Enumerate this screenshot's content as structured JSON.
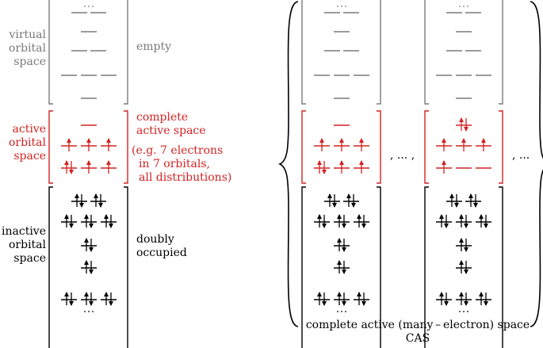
{
  "colors": {
    "virtual": "#7a7a7a",
    "active": "#d32222",
    "inactive": "#000000"
  },
  "left_labels": {
    "virtual": [
      "virtual",
      "orbital",
      "space"
    ],
    "active": [
      "active",
      "orbital",
      "space"
    ],
    "inactive": [
      "inactive",
      "orbital",
      "space"
    ]
  },
  "right_labels": {
    "virtual": "empty",
    "active": [
      "complete",
      "active space"
    ],
    "example": [
      "(e.g. 7 electrons",
      "in 7 orbitals,",
      "all distributions)"
    ],
    "inactive": [
      "doubly",
      "occupied"
    ]
  },
  "separator": ", ... ,",
  "separator_end": ", ...",
  "ellipsis": "···",
  "caption": [
    "complete active (many – electron) space",
    "CAS"
  ]
}
